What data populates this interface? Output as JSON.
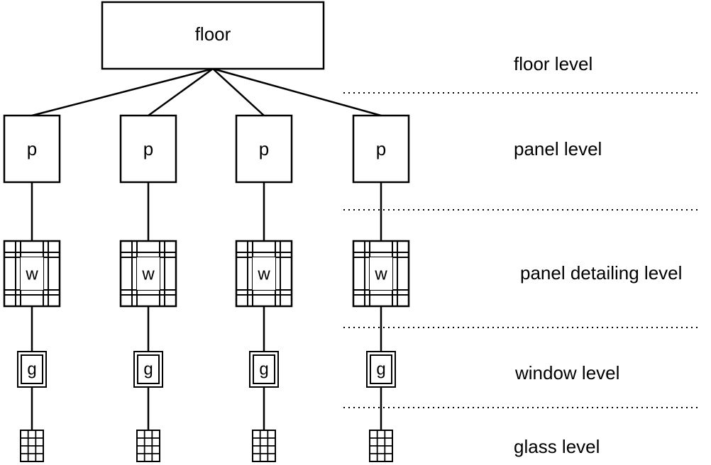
{
  "root": {
    "label": "floor"
  },
  "branch_labels": {
    "panel": "p",
    "detail": "w",
    "window": "g"
  },
  "level_labels": {
    "floor": "floor level",
    "panel": "panel level",
    "detailing": "panel detailing level",
    "window": "window level",
    "glass": "glass level"
  },
  "colors": {
    "stroke": "#000000",
    "background": "#ffffff"
  }
}
